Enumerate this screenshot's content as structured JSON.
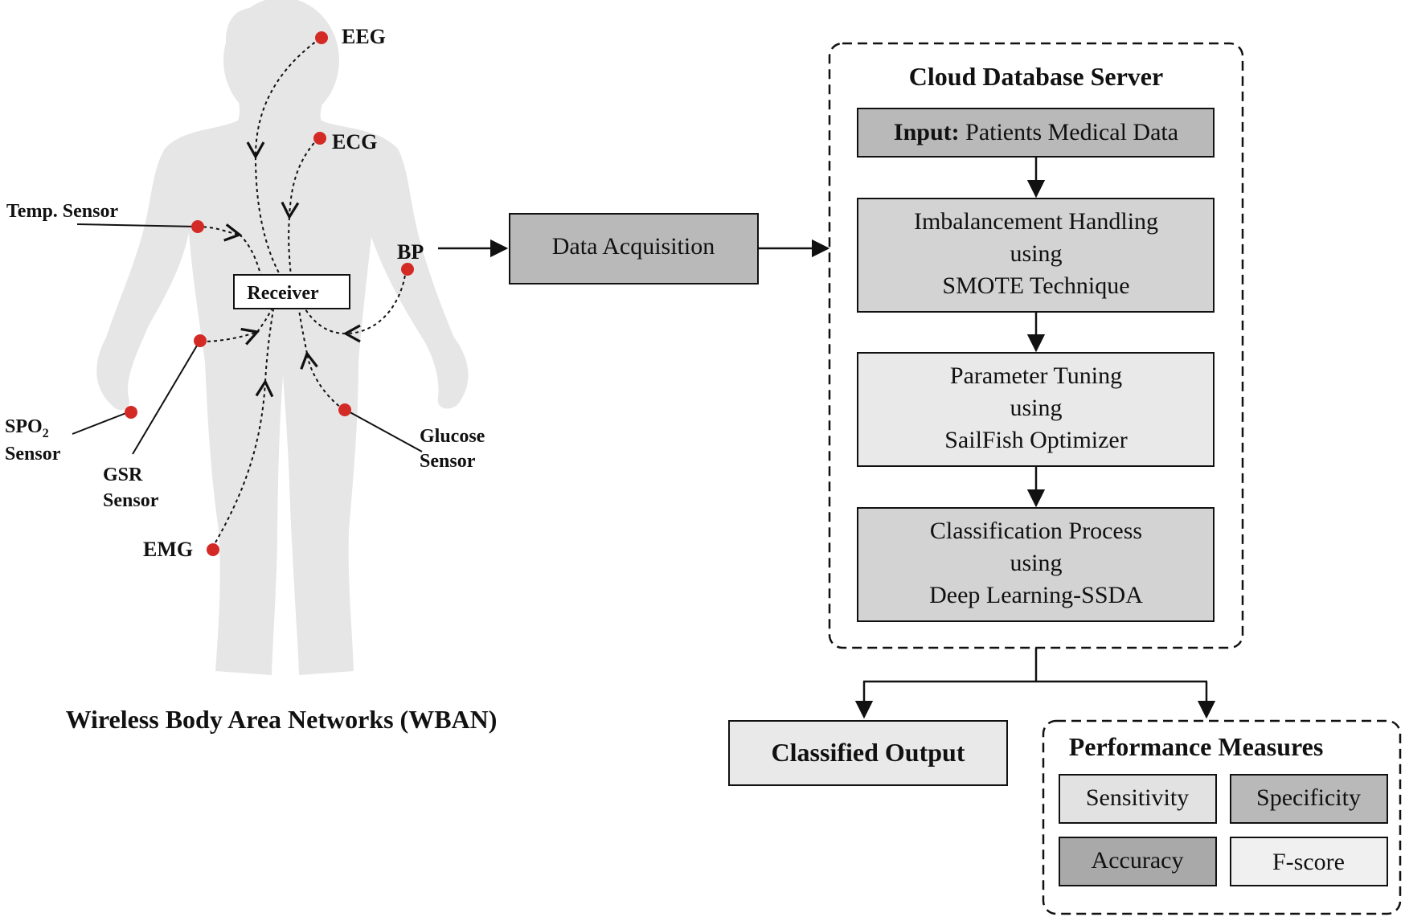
{
  "wban": {
    "title": "Wireless Body Area Networks (WBAN)",
    "receiver": "Receiver",
    "sensors": {
      "eeg": "EEG",
      "ecg": "ECG",
      "temp": "Temp. Sensor",
      "bp": "BP",
      "spo2_main": "SPO",
      "spo2_sub": "2",
      "spo2_line2": "Sensor",
      "gsr_line1": "GSR",
      "gsr_line2": "Sensor",
      "glucose_line1": "Glucose",
      "glucose_line2": "Sensor",
      "emg": "EMG"
    }
  },
  "acquisition": {
    "label": "Data Acquisition"
  },
  "cloud": {
    "title": "Cloud Database Server",
    "input_bold": "Input:",
    "input_text": " Patients Medical Data",
    "step1": [
      "Imbalancement Handling",
      "using",
      "SMOTE Technique"
    ],
    "step2": [
      "Parameter Tuning",
      "using",
      "SailFish Optimizer"
    ],
    "step3": [
      "Classification Process",
      "using",
      "Deep Learning-SSDA"
    ]
  },
  "output": {
    "classified": "Classified Output"
  },
  "performance": {
    "title": "Performance Measures",
    "sensitivity": "Sensitivity",
    "specificity": "Specificity",
    "accuracy": "Accuracy",
    "fscore": "F-score"
  },
  "colors": {
    "sensor_dot": "#d42a25",
    "body": "#e6e6e6",
    "box_dark": "#b9b9b9",
    "box_mid": "#d3d3d3",
    "box_light": "#e9e9e9"
  }
}
